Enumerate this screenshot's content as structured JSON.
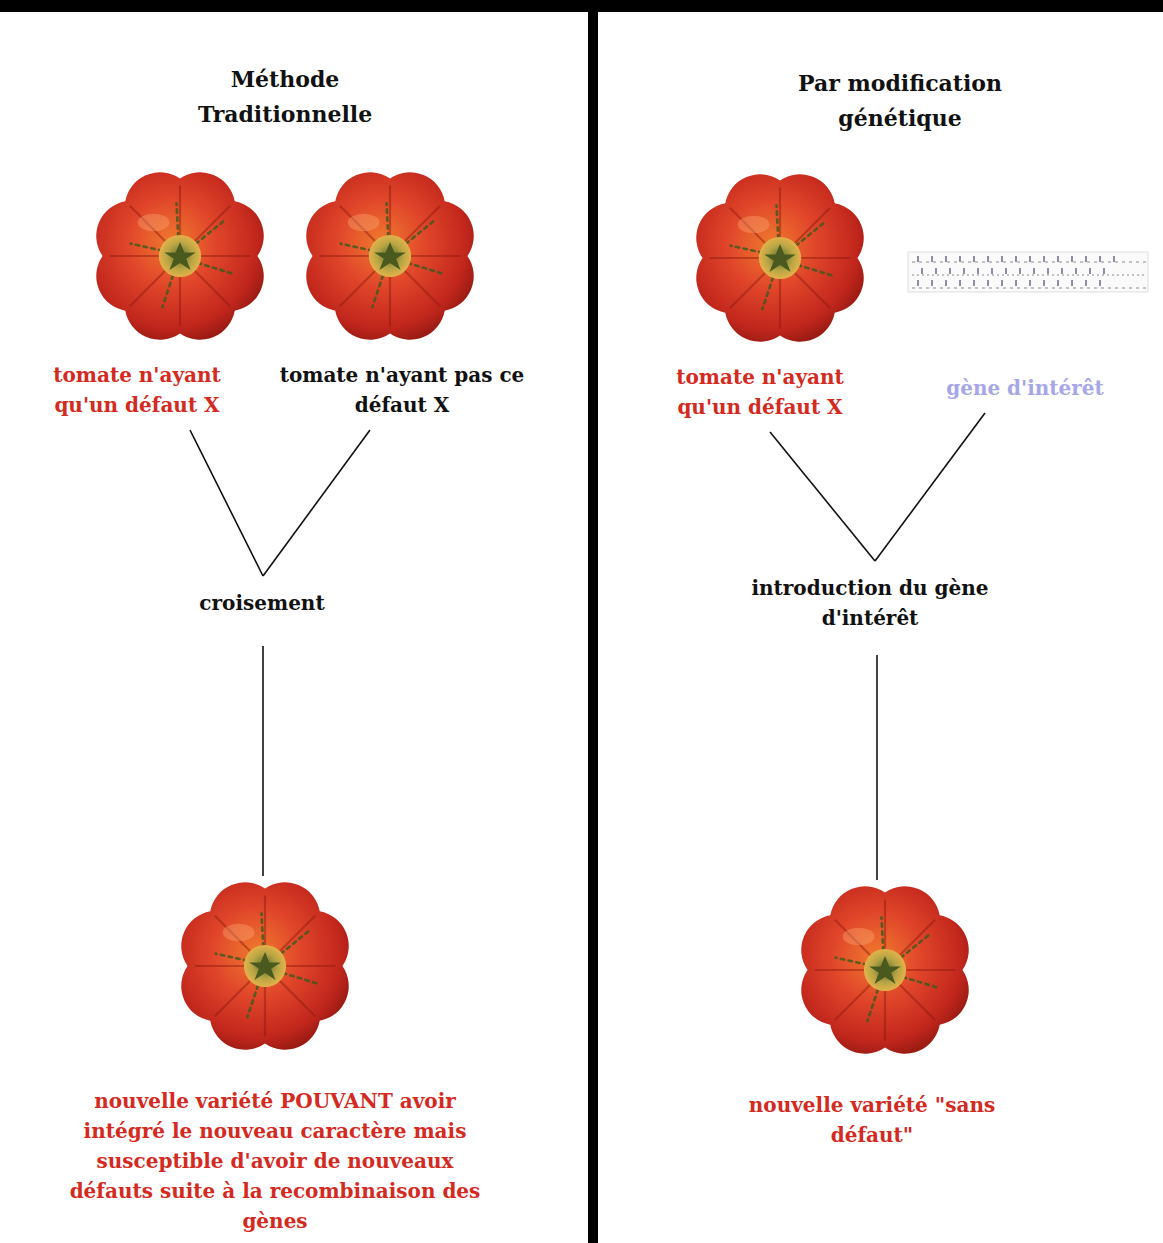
{
  "diagram": {
    "nodes": [
      {
        "text": [
          "tomate n'ayant qu'un défaut X"
        ]
      },
      {
        "text": [
          "tomate n'ayant pas ce défaut X"
        ]
      },
      {
        "text": [
          "croisement"
        ]
      },
      {
        "text": [
          "nouvelle variété POUVANT avoir intégré le nouveau caractère mais susceptible d'avoir de nouveaux défauts suite à la recombinaison des gènes"
        ]
      },
      {
        "text": [
          "tomate n'ayant qu'un défaut X"
        ]
      },
      {
        "text": [
          "gène d'intérêt"
        ]
      },
      {
        "text": [
          "introduction du gène d'intérêt"
        ]
      },
      {
        "text": [
          "nouvelle variété \"sans défaut\""
        ]
      }
    ],
    "edges": [
      {
        "from": 0,
        "to": 2,
        "arrow": "none"
      },
      {
        "from": 1,
        "to": 2,
        "arrow": "none"
      },
      {
        "from": 2,
        "to": 3,
        "arrow": "none"
      },
      {
        "from": 4,
        "to": 6,
        "arrow": "none"
      },
      {
        "from": 5,
        "to": 6,
        "arrow": "none"
      },
      {
        "from": 6,
        "to": 7,
        "arrow": "none"
      }
    ],
    "labels": [
      "Méthode Traditionnelle",
      "Par modification génétique"
    ]
  }
}
